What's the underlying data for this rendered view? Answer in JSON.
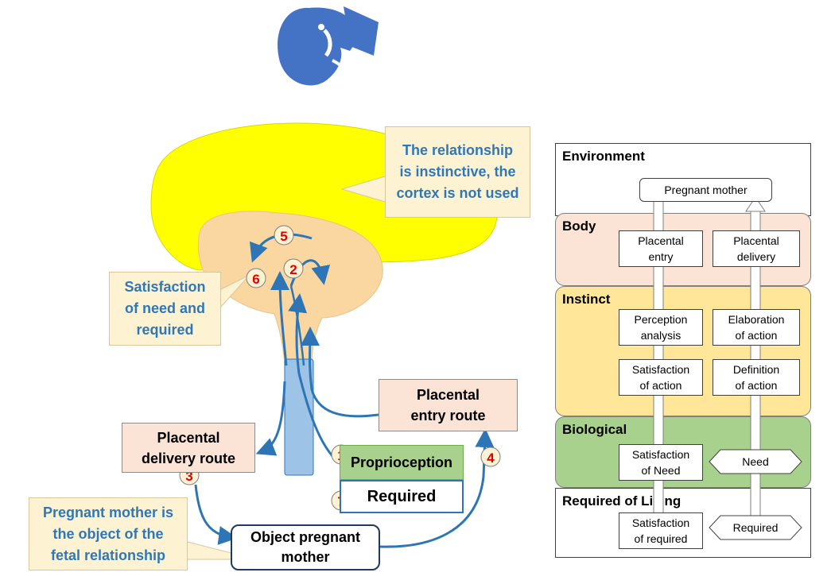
{
  "left_diagram": {
    "callout_top": {
      "lines": [
        "The relationship",
        "is instinctive, the",
        "cortex is not used"
      ]
    },
    "callout_left": {
      "lines": [
        "Satisfaction",
        "of need and",
        "required"
      ]
    },
    "callout_bottom": {
      "lines": [
        "Pregnant mother is",
        "the object of the",
        "fetal relationship"
      ]
    },
    "placental_entry_route": {
      "lines": [
        "Placental",
        "entry route"
      ]
    },
    "placental_delivery_route": {
      "lines": [
        "Placental",
        "delivery route"
      ]
    },
    "proprioception": "Proprioception",
    "required": "Required",
    "object_pregnant_mother": {
      "lines": [
        "Object pregnant",
        "mother"
      ]
    },
    "step_numbers": [
      "1",
      "2",
      "3",
      "4",
      "5",
      "6",
      "7"
    ]
  },
  "right_diagram": {
    "environment": {
      "title": "Environment",
      "pregnant_mother": "Pregnant mother"
    },
    "body": {
      "title": "Body",
      "placental_entry": [
        "Placental",
        "entry"
      ],
      "placental_delivery": [
        "Placental",
        "delivery"
      ]
    },
    "instinct": {
      "title": "Instinct",
      "perception_analysis": [
        "Perception",
        "analysis"
      ],
      "elaboration_of_action": [
        "Elaboration",
        "of action"
      ],
      "satisfaction_of_action": [
        "Satisfaction",
        "of action"
      ],
      "definition_of_action": [
        "Definition",
        "of action"
      ]
    },
    "biological": {
      "title": "Biological",
      "satisfaction_of_need": [
        "Satisfaction",
        "of Need"
      ],
      "need": "Need"
    },
    "required_of_living": {
      "title": "Required of Living",
      "satisfaction_of_required": [
        "Satisfaction",
        "of required"
      ],
      "required": "Required"
    }
  },
  "colors": {
    "cortex": "#ffff00",
    "limbic": "#fad7a0",
    "brainstem": "#9dc3e6",
    "arrow": "#2e75b6",
    "fetus_icon": "#4472c4",
    "environment_bg": "#ffffff",
    "body_bg": "#fbe4d5",
    "instinct_bg": "#ffe699",
    "biological_bg": "#a9d18e",
    "number_red": "#e00000"
  },
  "icons": [
    "fetus-icon"
  ]
}
